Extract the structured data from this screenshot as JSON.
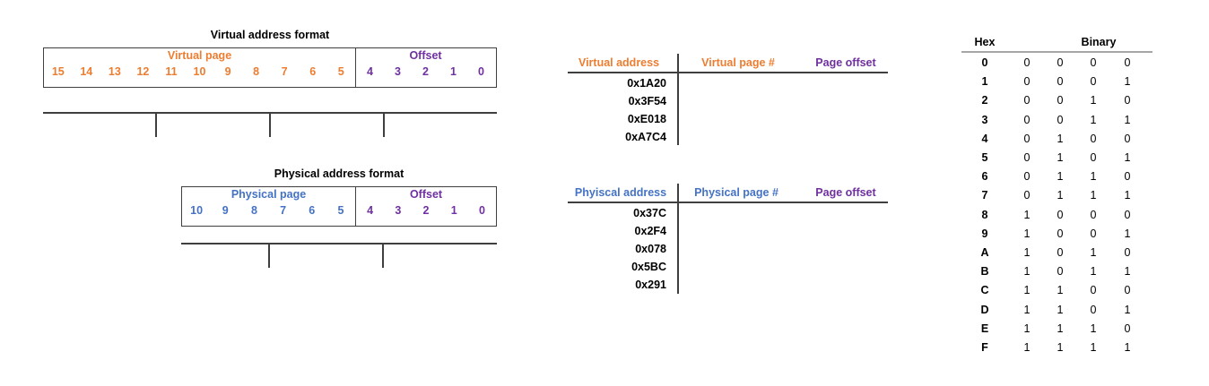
{
  "colors": {
    "orange": "#ED7D31",
    "purple": "#7030A0",
    "blue": "#4472C4",
    "black": "#000000",
    "rule": "#3f3f3f",
    "light_rule": "#a6a6a6"
  },
  "virtual_format": {
    "title": "Virtual address format",
    "page_label": "Virtual page",
    "offset_label": "Offset",
    "page_bits": [
      "15",
      "14",
      "13",
      "12",
      "11",
      "10",
      "9",
      "8",
      "7",
      "6",
      "5"
    ],
    "offset_bits": [
      "4",
      "3",
      "2",
      "1",
      "0"
    ]
  },
  "physical_format": {
    "title": "Physical address format",
    "page_label": "Physical page",
    "offset_label": "Offset",
    "page_bits": [
      "10",
      "9",
      "8",
      "7",
      "6",
      "5"
    ],
    "offset_bits": [
      "4",
      "3",
      "2",
      "1",
      "0"
    ]
  },
  "virtual_table": {
    "headers": [
      "Virtual address",
      "Virtual page #",
      "Page offset"
    ],
    "rows": [
      {
        "address": "0x1A20",
        "page": "",
        "offset": ""
      },
      {
        "address": "0x3F54",
        "page": "",
        "offset": ""
      },
      {
        "address": "0xE018",
        "page": "",
        "offset": ""
      },
      {
        "address": "0xA7C4",
        "page": "",
        "offset": ""
      }
    ]
  },
  "physical_table": {
    "headers": [
      "Phyiscal address",
      "Physical page #",
      "Page offset"
    ],
    "rows": [
      {
        "address": "0x37C",
        "page": "",
        "offset": ""
      },
      {
        "address": "0x2F4",
        "page": "",
        "offset": ""
      },
      {
        "address": "0x078",
        "page": "",
        "offset": ""
      },
      {
        "address": "0x5BC",
        "page": "",
        "offset": ""
      },
      {
        "address": "0x291",
        "page": "",
        "offset": ""
      }
    ]
  },
  "hex_table": {
    "headers": [
      "Hex",
      "Binary"
    ],
    "rows": [
      {
        "hex": "0",
        "bits": [
          "0",
          "0",
          "0",
          "0"
        ]
      },
      {
        "hex": "1",
        "bits": [
          "0",
          "0",
          "0",
          "1"
        ]
      },
      {
        "hex": "2",
        "bits": [
          "0",
          "0",
          "1",
          "0"
        ]
      },
      {
        "hex": "3",
        "bits": [
          "0",
          "0",
          "1",
          "1"
        ]
      },
      {
        "hex": "4",
        "bits": [
          "0",
          "1",
          "0",
          "0"
        ]
      },
      {
        "hex": "5",
        "bits": [
          "0",
          "1",
          "0",
          "1"
        ]
      },
      {
        "hex": "6",
        "bits": [
          "0",
          "1",
          "1",
          "0"
        ]
      },
      {
        "hex": "7",
        "bits": [
          "0",
          "1",
          "1",
          "1"
        ]
      },
      {
        "hex": "8",
        "bits": [
          "1",
          "0",
          "0",
          "0"
        ]
      },
      {
        "hex": "9",
        "bits": [
          "1",
          "0",
          "0",
          "1"
        ]
      },
      {
        "hex": "A",
        "bits": [
          "1",
          "0",
          "1",
          "0"
        ]
      },
      {
        "hex": "B",
        "bits": [
          "1",
          "0",
          "1",
          "1"
        ]
      },
      {
        "hex": "C",
        "bits": [
          "1",
          "1",
          "0",
          "0"
        ]
      },
      {
        "hex": "D",
        "bits": [
          "1",
          "1",
          "0",
          "1"
        ]
      },
      {
        "hex": "E",
        "bits": [
          "1",
          "1",
          "1",
          "0"
        ]
      },
      {
        "hex": "F",
        "bits": [
          "1",
          "1",
          "1",
          "1"
        ]
      }
    ]
  }
}
